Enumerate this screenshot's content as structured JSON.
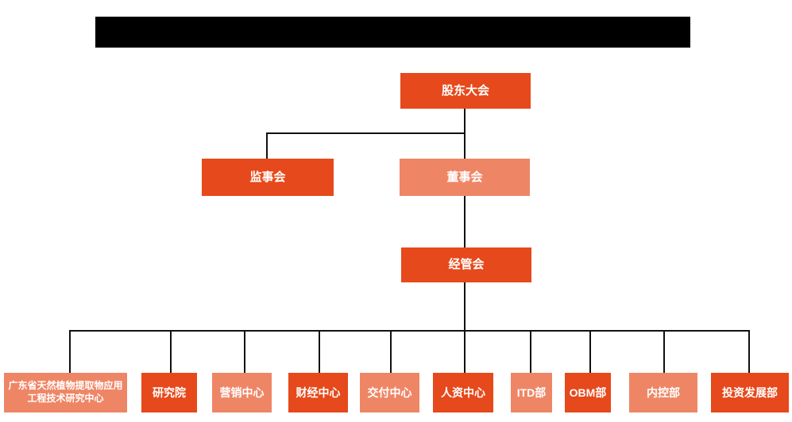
{
  "page": {
    "background_color": "#ffffff",
    "redacted_title_bar": true
  },
  "colors": {
    "node_primary": "#E6491B",
    "node_secondary": "#EE8666",
    "connector_line": "#111111",
    "node_text": "#FFFFFF",
    "redaction": "#000000"
  },
  "org_chart": {
    "type": "organization-chart",
    "root": {
      "label": "股东大会"
    },
    "level2": {
      "supervisory_board": {
        "label": "监事会"
      },
      "board_of_directors": {
        "label": "董事会"
      }
    },
    "level3": {
      "management_committee": {
        "label": "经管会"
      }
    },
    "departments": [
      {
        "label": "广东省天然植物提取物应用工程技术研究中心"
      },
      {
        "label": "研究院"
      },
      {
        "label": "营销中心"
      },
      {
        "label": "财经中心"
      },
      {
        "label": "交付中心"
      },
      {
        "label": "人资中心"
      },
      {
        "label": "ITD部"
      },
      {
        "label": "OBM部"
      },
      {
        "label": "内控部"
      },
      {
        "label": "投资发展部"
      }
    ]
  }
}
